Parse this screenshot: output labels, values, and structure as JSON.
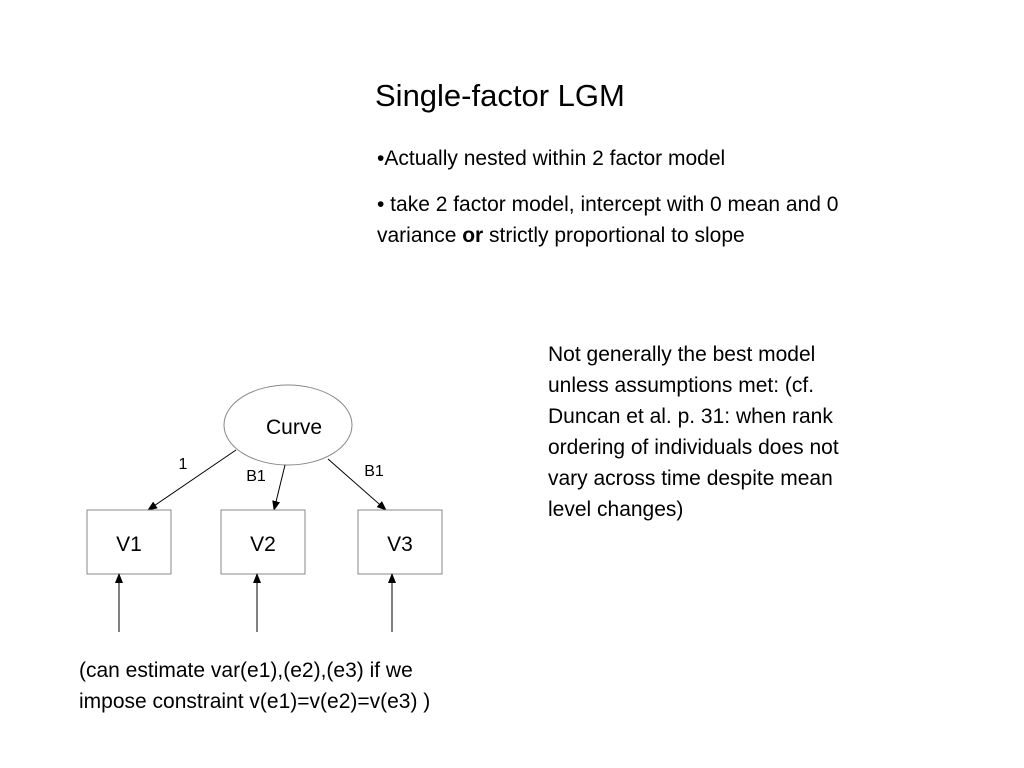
{
  "slide": {
    "title": "Single-factor LGM",
    "bullets": {
      "b1": "•Actually nested within 2 factor model",
      "b2_pre": "• take 2 factor model, intercept with 0 mean and 0 variance ",
      "b2_bold": "or",
      "b2_post": " strictly proportional to slope"
    },
    "note": "Not generally the best model unless assumptions met: (cf. Duncan et al. p. 31: when rank ordering of individuals does not vary across time despite mean level changes)",
    "footer": "(can estimate var(e1),(e2),(e3) if we impose constraint v(e1)=v(e2)=v(e3) )"
  },
  "diagram": {
    "latent": "Curve",
    "observed": [
      "V1",
      "V2",
      "V3"
    ],
    "loadings": [
      "1",
      "B1",
      "B1"
    ]
  }
}
